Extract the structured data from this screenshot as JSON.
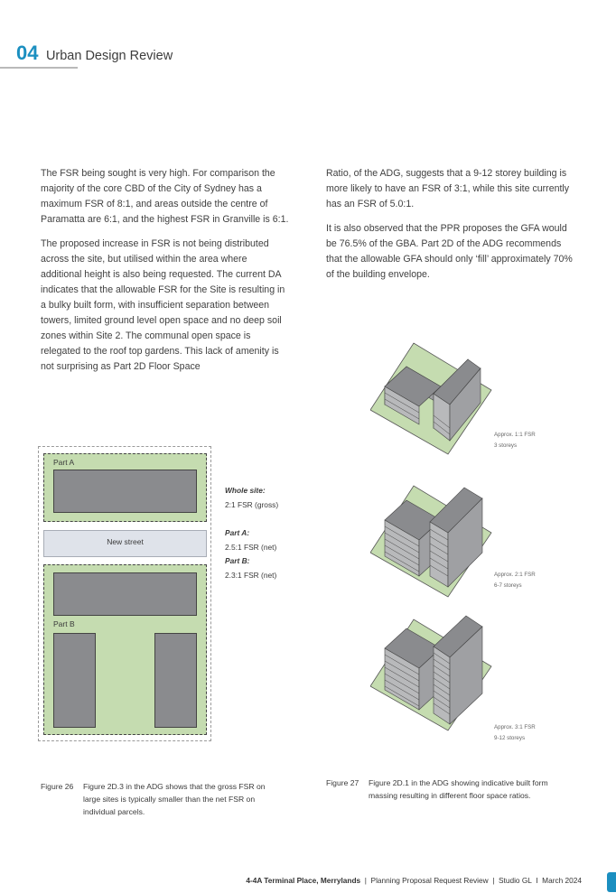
{
  "header": {
    "section_number": "04",
    "section_title": "Urban Design Review"
  },
  "body": {
    "left_paragraphs": [
      "The FSR being sought is very high. For comparison the majority of the core CBD of the City of Sydney has a maximum FSR of 8:1, and areas outside the centre of Paramatta are 6:1, and the highest FSR in Granville is 6:1.",
      "The proposed increase in FSR is not being distributed across the site, but utilised within the area where additional height is also being requested. The current DA indicates that the allowable FSR for the Site is resulting in a bulky built form, with insufficient separation between towers, limited ground level open space and no deep soil zones within Site 2. The communal open space is relegated to the roof top gardens. This lack of amenity is not surprising as Part 2D Floor Space"
    ],
    "right_paragraphs": [
      "Ratio, of the ADG, suggests that a 9-12 storey building is more likely to have an FSR of 3:1, while this site currently has an FSR of 5.0:1.",
      "It is also observed that the PPR proposes the GFA would be 76.5% of the GBA. Part 2D of the ADG recommends that the allowable GFA should only ‘fill’ approximately 70% of the building envelope."
    ]
  },
  "figure26": {
    "part_a_label": "Part A",
    "part_b_label": "Part B",
    "street_label": "New street",
    "legend": {
      "whole_title": "Whole site:",
      "whole_value": "2:1 FSR (gross)",
      "part_a_title": "Part A:",
      "part_a_value": "2.5:1 FSR (net)",
      "part_b_title": "Part B:",
      "part_b_value": "2.3:1 FSR (net)"
    },
    "caption_number": "Figure 26",
    "caption_text": "Figure 2D.3 in the ADG shows that the gross FSR on large sites is typically smaller than the net FSR on individual parcels."
  },
  "figure27": {
    "labels": [
      {
        "fsr": "Approx. 1:1 FSR",
        "storeys": "3 storeys"
      },
      {
        "fsr": "Approx. 2:1 FSR",
        "storeys": "6-7 storeys"
      },
      {
        "fsr": "Approx. 3:1 FSR",
        "storeys": "9-12 storeys"
      }
    ],
    "caption_number": "Figure 27",
    "caption_text": "Figure 2D.1 in the ADG showing indicative built form massing resulting in different floor space ratios."
  },
  "footer": {
    "address": "4-4A Terminal Place, Merrylands",
    "doc": "Planning Proposal Request Review",
    "company": "Studio GL",
    "date": "March 2024",
    "separator_pipe": "|",
    "separator_bar": "I"
  },
  "colors": {
    "accent": "#1b8fc0",
    "green": "#c5dcb0",
    "building": "#8a8b8e",
    "street": "#dfe3ea"
  }
}
